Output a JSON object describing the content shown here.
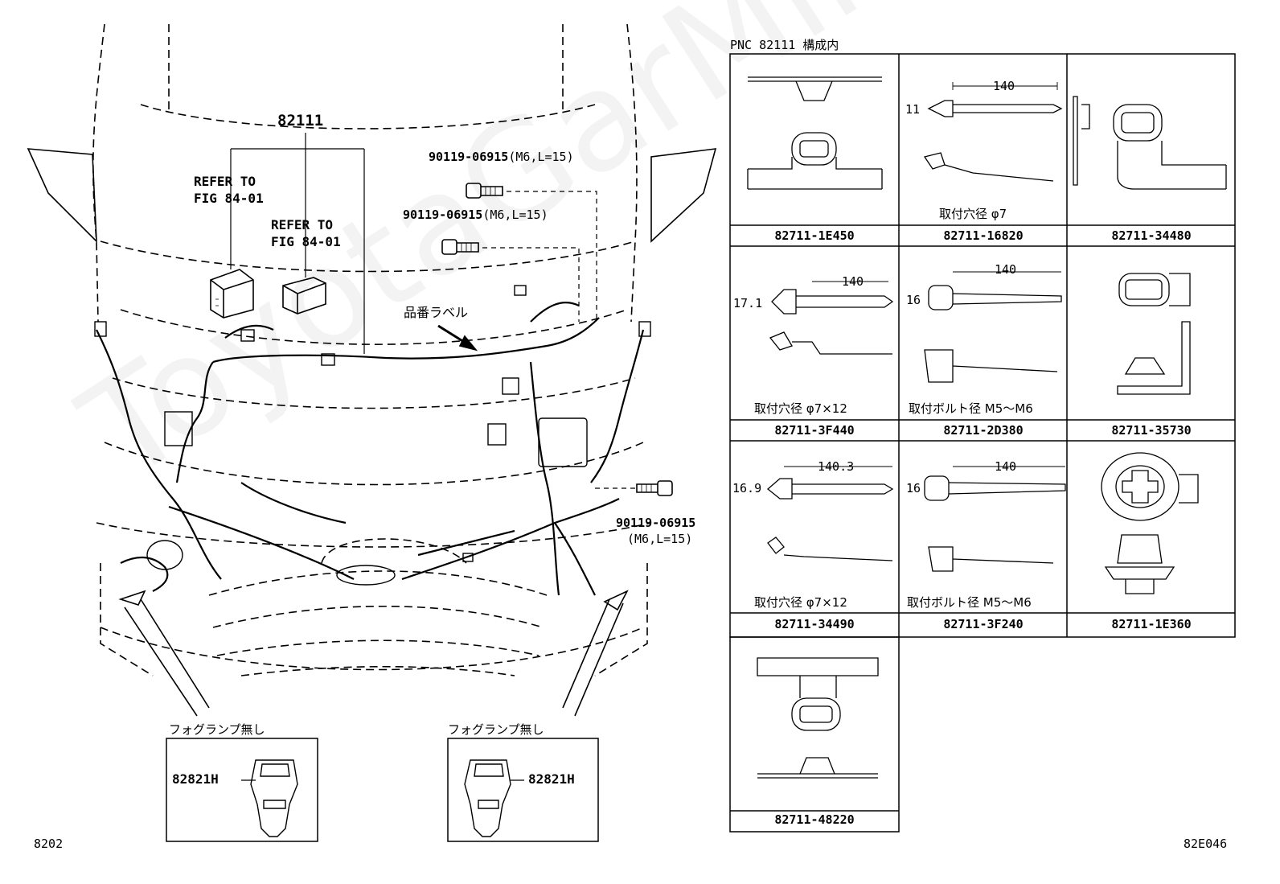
{
  "diagram": {
    "main_part": "82111",
    "refer_1": [
      "REFER TO",
      "FIG 84-01"
    ],
    "refer_2": [
      "REFER TO",
      "FIG 84-01"
    ],
    "bolts": [
      {
        "part": "90119-06915",
        "spec": "(M6,L=15)"
      },
      {
        "part": "90119-06915",
        "spec": "(M6,L=15)"
      },
      {
        "part": "90119-06915",
        "spec": "(M6,L=15)"
      }
    ],
    "label_tag": "品番ラベル",
    "fog_left": {
      "caption": "フォグランプ無し",
      "part": "82821H"
    },
    "fog_right": {
      "caption": "フォグランプ無し",
      "part": "82821H"
    },
    "page_code": "8202",
    "fig_code": "82E046",
    "watermark": "ToyotaGarMinus.ru"
  },
  "table": {
    "header": "PNC 82111 構成内",
    "cells": [
      {
        "part": "82711-1E450",
        "note": "",
        "dims": []
      },
      {
        "part": "82711-16820",
        "note": "取付穴径 φ7",
        "dims": [
          "140",
          "11"
        ]
      },
      {
        "part": "82711-34480",
        "note": "",
        "dims": []
      },
      {
        "part": "82711-3F440",
        "note": "取付穴径 φ7×12",
        "dims": [
          "140",
          "17.1"
        ]
      },
      {
        "part": "82711-2D380",
        "note": "取付ボルト径 M5～M6",
        "dims": [
          "140",
          "16"
        ]
      },
      {
        "part": "82711-35730",
        "note": "",
        "dims": []
      },
      {
        "part": "82711-34490",
        "note": "取付穴径 φ7×12",
        "dims": [
          "140.3",
          "16.9"
        ]
      },
      {
        "part": "82711-3F240",
        "note": "取付ボルト径 M5～M6",
        "dims": [
          "140",
          "16"
        ]
      },
      {
        "part": "82711-1E360",
        "note": "",
        "dims": []
      },
      {
        "part": "82711-48220",
        "note": "",
        "dims": []
      }
    ]
  }
}
